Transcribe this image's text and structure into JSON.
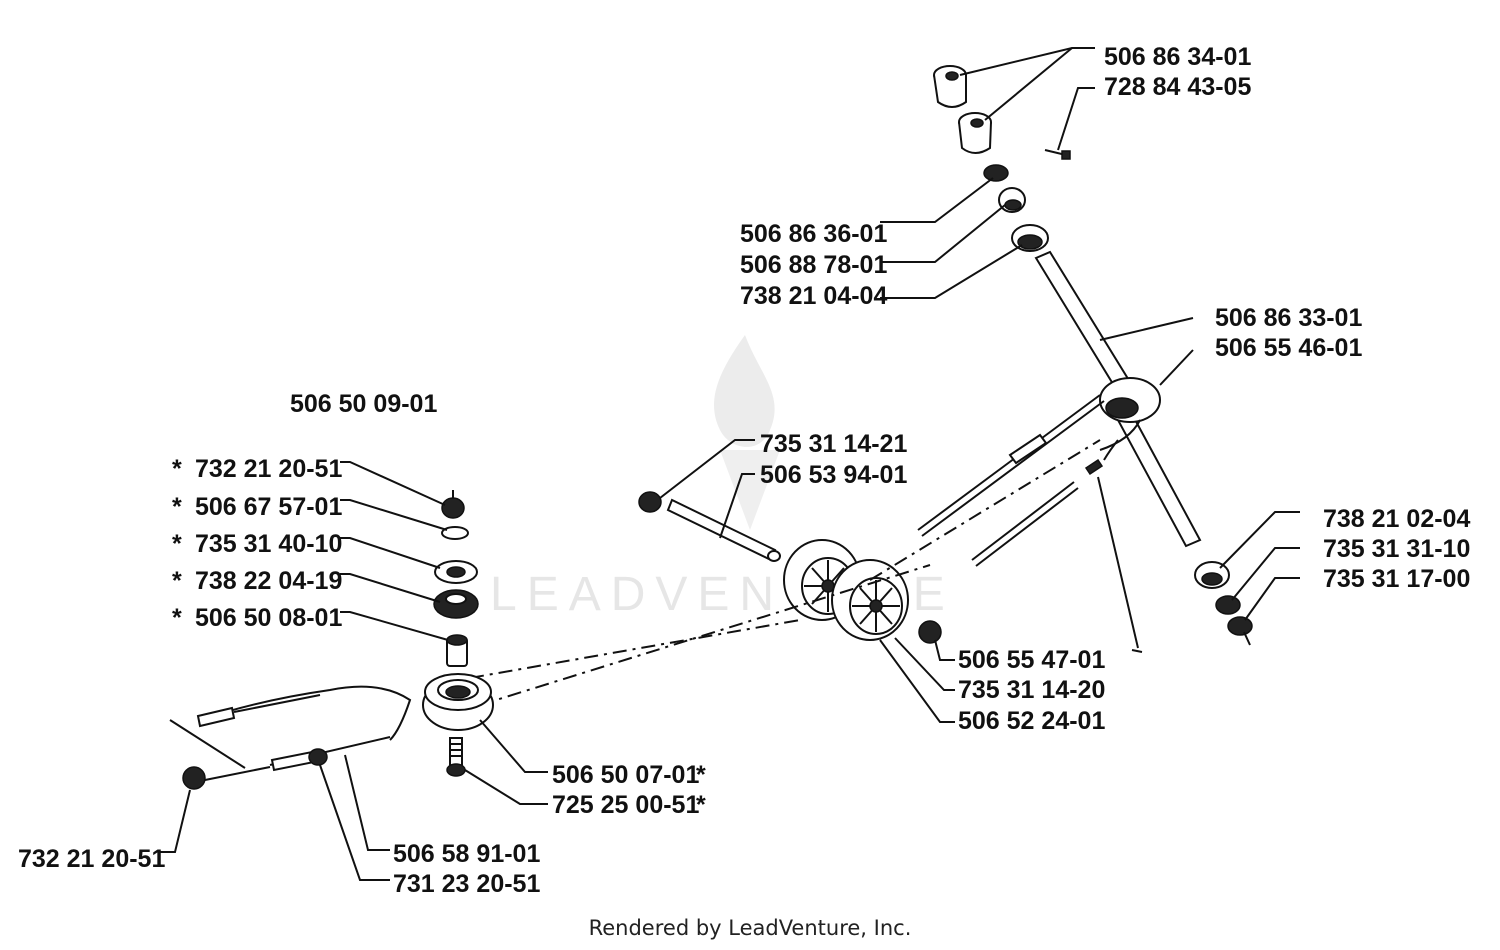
{
  "assembly_number": "506 50 09-01",
  "labels": {
    "p506_86_34_01": "506 86 34-01",
    "p728_84_43_05": "728 84 43-05",
    "p506_86_36_01": "506 86 36-01",
    "p506_88_78_01": "506 88 78-01",
    "p738_21_04_04": "738 21 04-04",
    "p506_86_33_01": "506 86 33-01",
    "p506_55_46_01": "506 55 46-01",
    "p735_31_14_21": "735 31 14-21",
    "p506_53_94_01": "506 53 94-01",
    "p738_21_02_04": "738 21 02-04",
    "p735_31_31_10": "735 31 31-10",
    "p735_31_17_00": "735 31 17-00",
    "p732_21_20_51_top": "732 21 20-51",
    "p506_67_57_01": "506 67 57-01",
    "p735_31_40_10": "735 31 40-10",
    "p738_22_04_19": "738 22 04-19",
    "p506_50_08_01": "506 50 08-01",
    "p506_55_47_01": "506 55 47-01",
    "p735_31_14_20": "735 31 14-20",
    "p506_52_24_01": "506 52 24-01",
    "p506_50_07_01": "506 50 07-01",
    "p725_25_00_51": "725 25 00-51",
    "p732_21_20_51_bottom": "732 21 20-51",
    "p506_58_91_01": "506 58 91-01",
    "p731_23_20_51": "731 23 20-51"
  },
  "asterisk": "*",
  "watermark_text": "LEADVENTURE",
  "footer_text": "Rendered by LeadVenture, Inc."
}
